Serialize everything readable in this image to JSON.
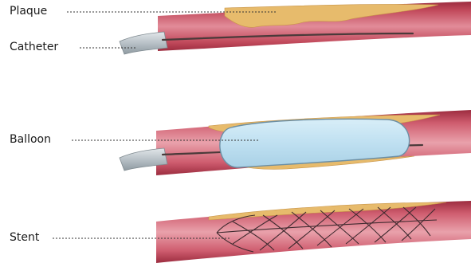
{
  "labels": {
    "plaque": "Plaque",
    "catheter": "Catheter",
    "balloon": "Balloon",
    "stent": "Stent"
  },
  "colors": {
    "vessel_outer": "#b33a4a",
    "vessel_inner": "#e9a8b0",
    "vessel_core": "#d77687",
    "plaque": "#e7bb6c",
    "catheter_sheath": "#bfc6cb",
    "catheter_wire": "#4a3a3a",
    "balloon_fill": "#bfe0f1",
    "balloon_stroke": "#6c8fa4",
    "stent_mesh": "#3f2a2f",
    "leader_line": "#333333"
  }
}
